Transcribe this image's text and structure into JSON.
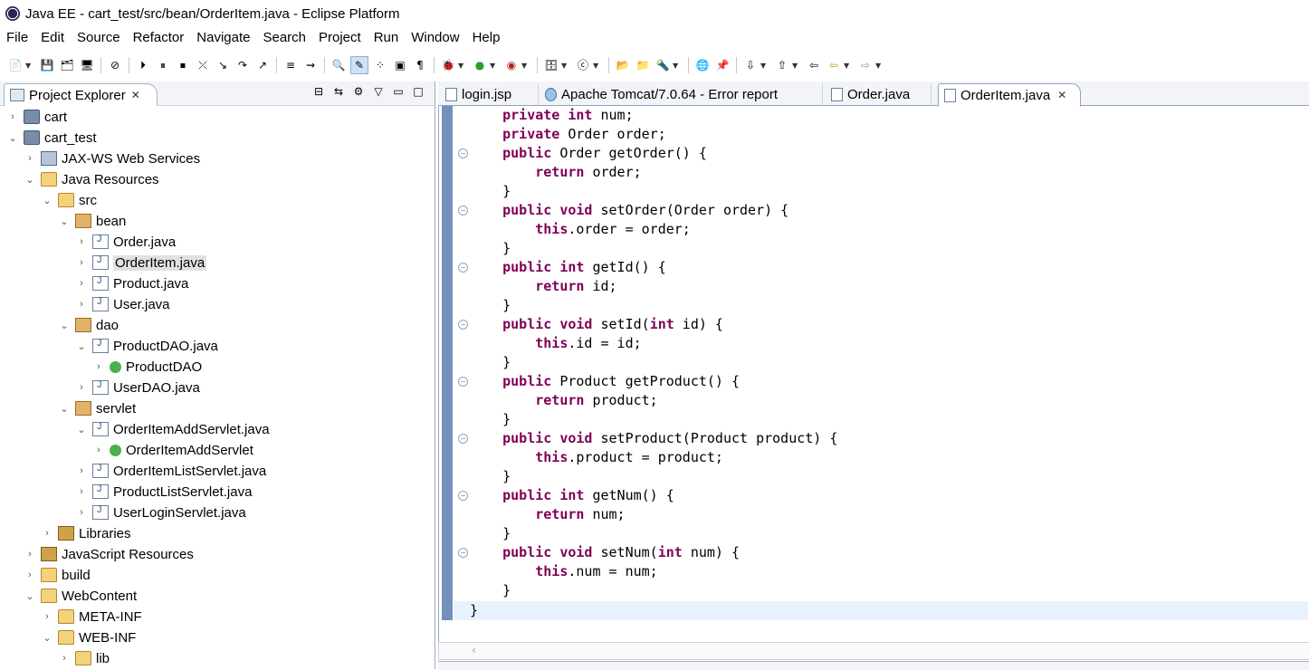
{
  "window": {
    "title": "Java EE - cart_test/src/bean/OrderItem.java - Eclipse Platform"
  },
  "menu": [
    "File",
    "Edit",
    "Source",
    "Refactor",
    "Navigate",
    "Search",
    "Project",
    "Run",
    "Window",
    "Help"
  ],
  "explorer": {
    "title": "Project Explorer",
    "close_glyph": "✕",
    "items": [
      {
        "label": "cart",
        "icon": "project-icon"
      },
      {
        "label": "cart_test",
        "icon": "project-icon"
      },
      {
        "label": "JAX-WS Web Services",
        "icon": "web-services-icon"
      },
      {
        "label": "Java Resources",
        "icon": "java-resources-icon"
      },
      {
        "label": "src",
        "icon": "source-folder-icon"
      },
      {
        "label": "bean",
        "icon": "package-icon"
      },
      {
        "label": "Order.java",
        "icon": "java-file-icon"
      },
      {
        "label": "OrderItem.java",
        "icon": "java-file-icon"
      },
      {
        "label": "Product.java",
        "icon": "java-file-icon"
      },
      {
        "label": "User.java",
        "icon": "java-file-icon"
      },
      {
        "label": "dao",
        "icon": "package-icon"
      },
      {
        "label": "ProductDAO.java",
        "icon": "java-file-icon"
      },
      {
        "label": "ProductDAO",
        "icon": "class-icon"
      },
      {
        "label": "UserDAO.java",
        "icon": "java-file-icon"
      },
      {
        "label": "servlet",
        "icon": "package-icon"
      },
      {
        "label": "OrderItemAddServlet.java",
        "icon": "java-file-icon"
      },
      {
        "label": "OrderItemAddServlet",
        "icon": "class-icon"
      },
      {
        "label": "OrderItemListServlet.java",
        "icon": "java-file-icon"
      },
      {
        "label": "ProductListServlet.java",
        "icon": "java-file-icon"
      },
      {
        "label": "UserLoginServlet.java",
        "icon": "java-file-icon"
      },
      {
        "label": "Libraries",
        "icon": "library-icon"
      },
      {
        "label": "JavaScript Resources",
        "icon": "js-resources-icon"
      },
      {
        "label": "build",
        "icon": "folder-icon"
      },
      {
        "label": "WebContent",
        "icon": "folder-icon"
      },
      {
        "label": "META-INF",
        "icon": "folder-icon"
      },
      {
        "label": "WEB-INF",
        "icon": "folder-icon"
      },
      {
        "label": "lib",
        "icon": "folder-icon"
      }
    ]
  },
  "editor": {
    "tabs": [
      {
        "label": "login.jsp",
        "icon": "jsp-file-icon"
      },
      {
        "label": "Apache Tomcat/7.0.64 - Error report",
        "icon": "globe-icon"
      },
      {
        "label": "Order.java",
        "icon": "java-file-icon"
      },
      {
        "label": "OrderItem.java",
        "icon": "java-file-icon",
        "active": true
      }
    ],
    "close_glyph": "✕",
    "closing_brace": "}",
    "lines": [
      "    private int num;",
      "    private Order order;",
      "    public Order getOrder() {",
      "        return order;",
      "    }",
      "    public void setOrder(Order order) {",
      "        this.order = order;",
      "    }",
      "    public int getId() {",
      "        return id;",
      "    }",
      "    public void setId(int id) {",
      "        this.id = id;",
      "    }",
      "    public Product getProduct() {",
      "        return product;",
      "    }",
      "    public void setProduct(Product product) {",
      "        this.product = product;",
      "    }",
      "    public int getNum() {",
      "        return num;",
      "    }",
      "    public void setNum(int num) {",
      "        this.num = num;",
      "    }"
    ]
  },
  "colors": {
    "keyword": "#7f0055",
    "marker_bar": "#5b7cb1",
    "current_line": "#e8f2fe"
  }
}
